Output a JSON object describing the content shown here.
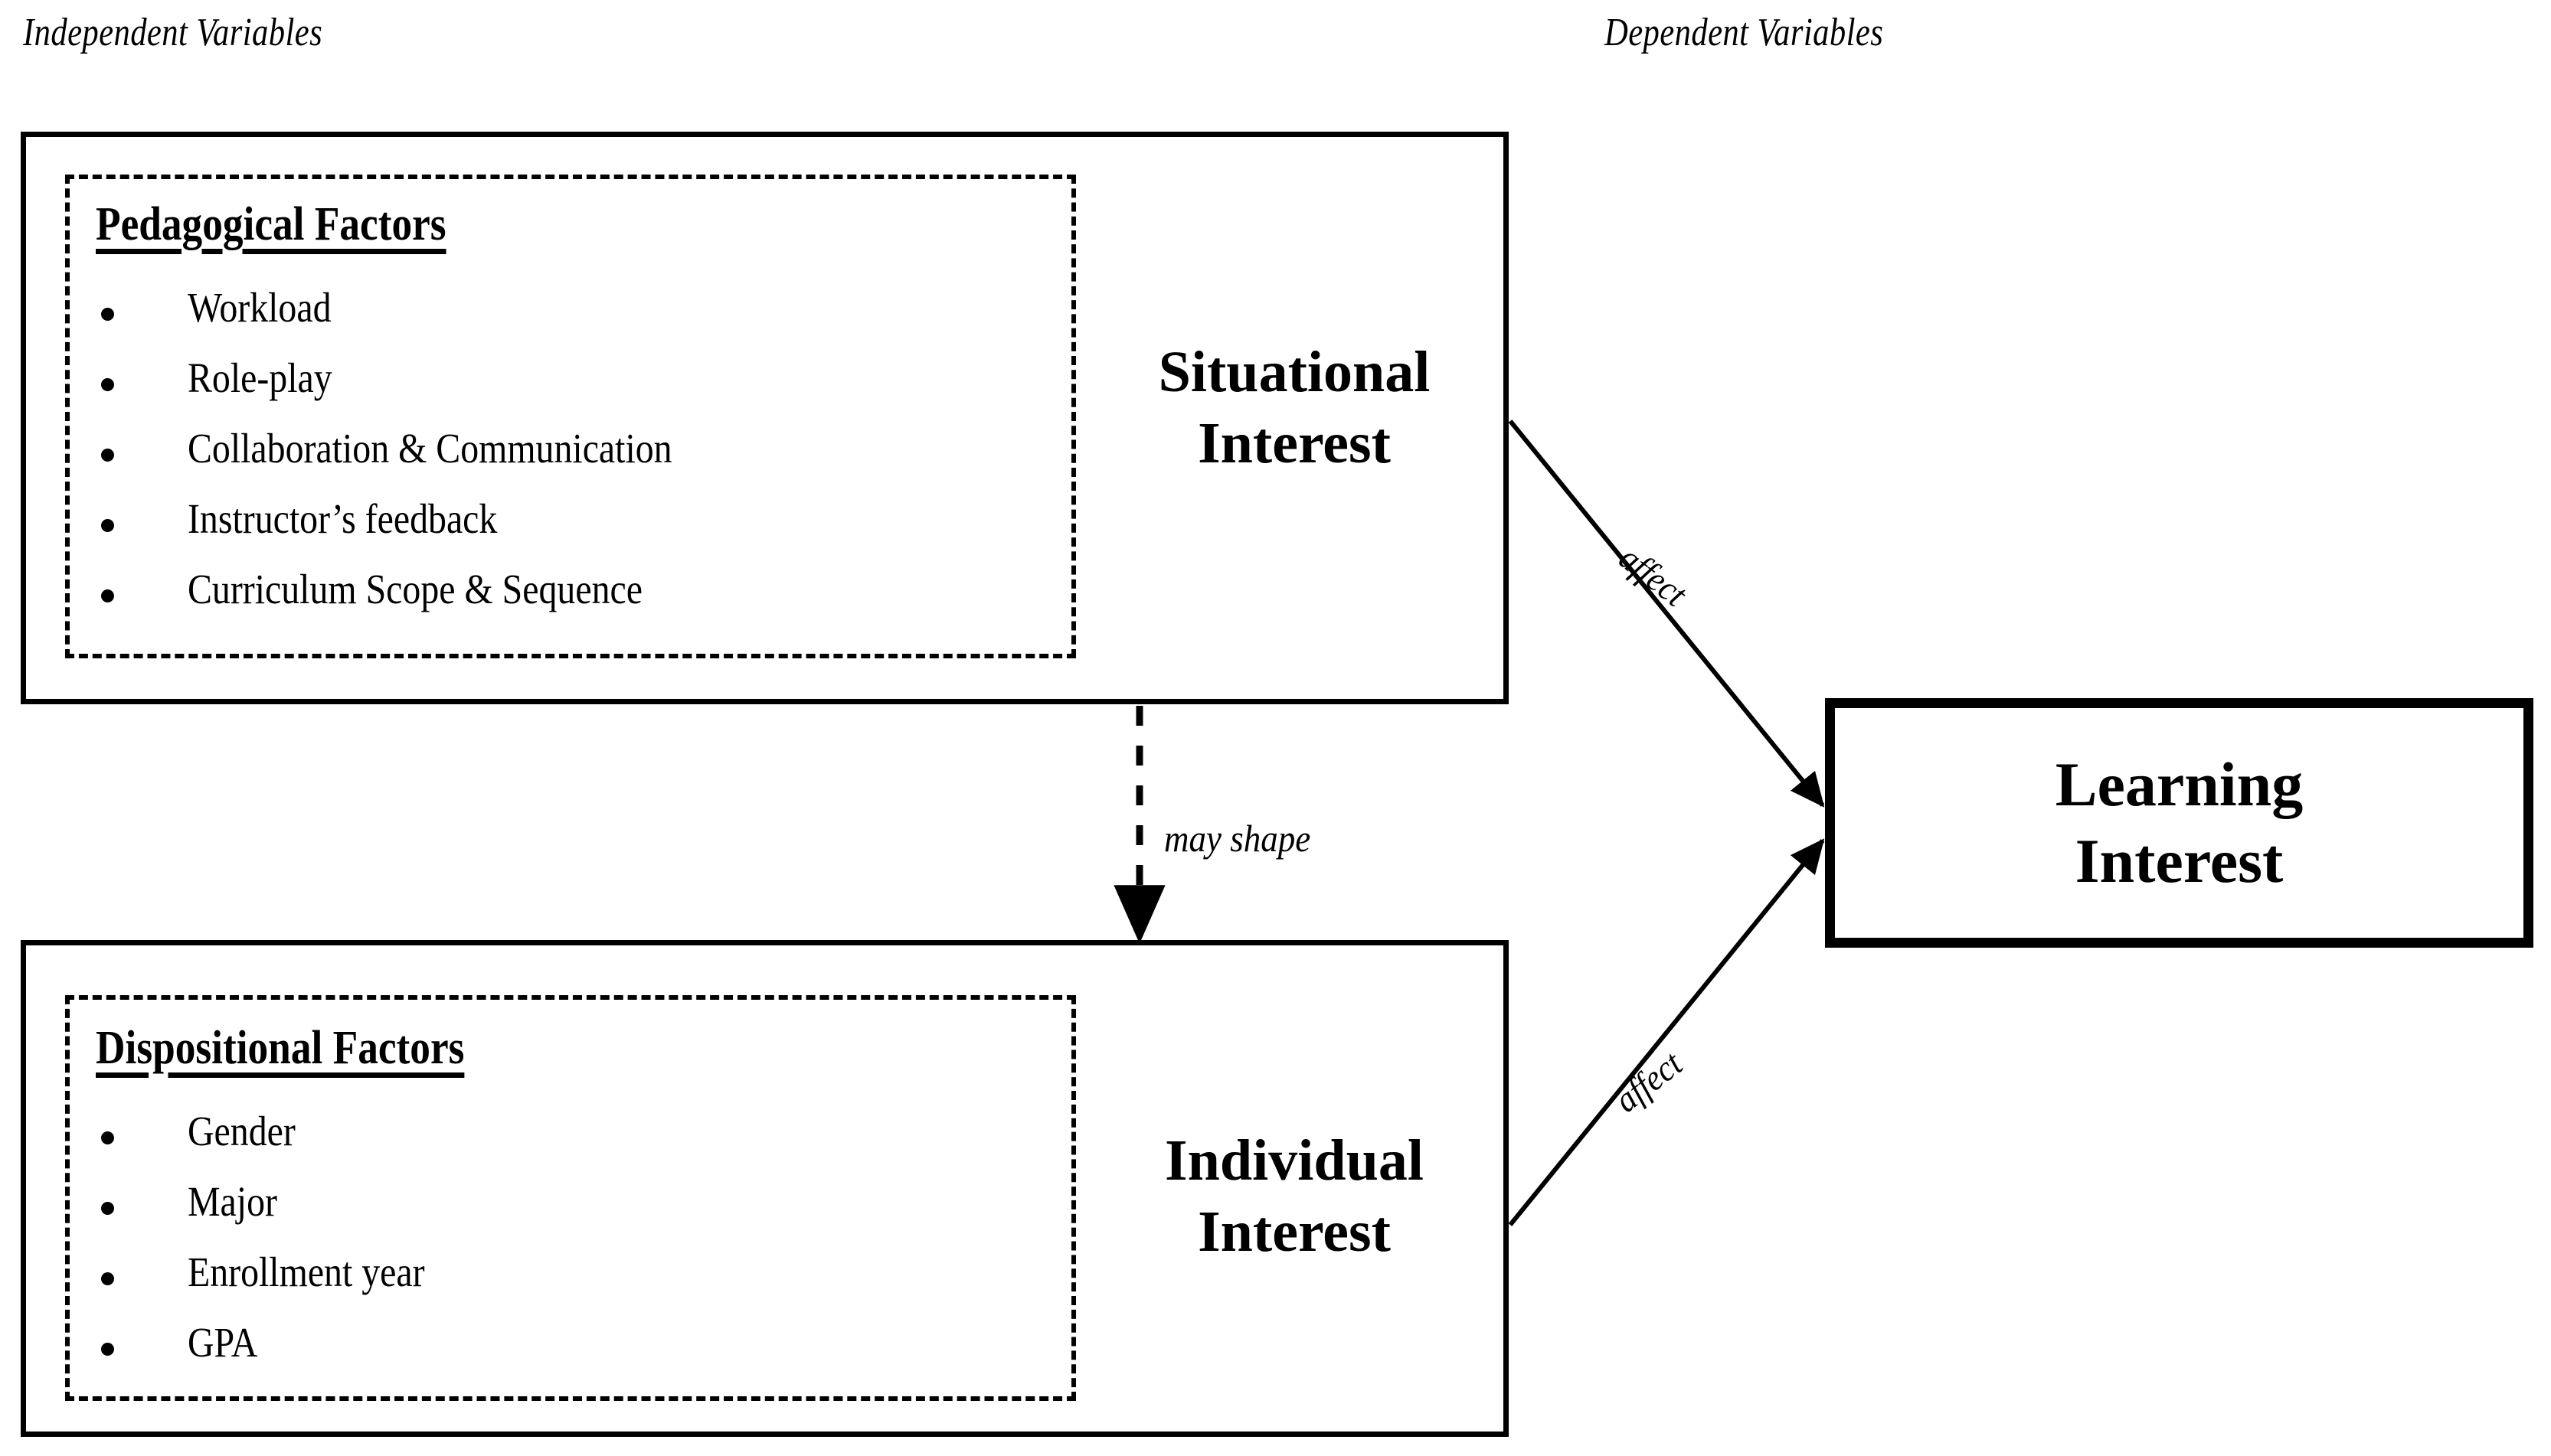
{
  "headers": {
    "independent": "Independent Variables",
    "dependent": "Dependent Variables"
  },
  "independent_variables": {
    "situational": {
      "group_title": "Pedagogical Factors",
      "items": [
        "Workload",
        "Role-play",
        "Collaboration  & Communication",
        "Instructor’s  feedback",
        "Curriculum  Scope & Sequence"
      ],
      "construct_line1": "Situational",
      "construct_line2": "Interest"
    },
    "individual": {
      "group_title": "Dispositional Factors",
      "items": [
        "Gender",
        "Major",
        "Enrollment year",
        "GPA"
      ],
      "construct_line1": "Individual",
      "construct_line2": "Interest"
    }
  },
  "dependent_variables": {
    "outcome_line1": "Learning",
    "outcome_line2": "Interest"
  },
  "edges": {
    "may_shape": "may shape",
    "affect_top": "affect",
    "affect_bottom": "affect"
  },
  "colors": {
    "line": "#000000",
    "background": "#ffffff"
  }
}
